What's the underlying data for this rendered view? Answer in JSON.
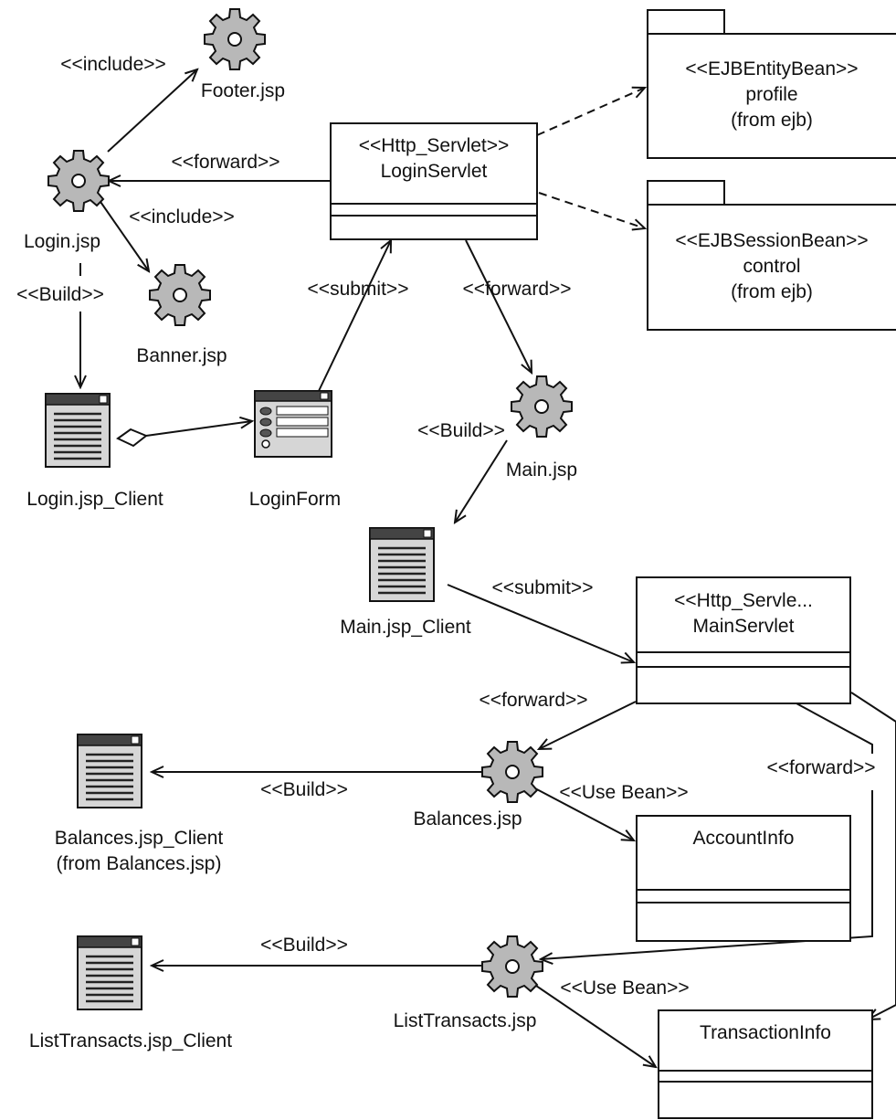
{
  "nodes": {
    "footer_jsp": "Footer.jsp",
    "login_jsp": "Login.jsp",
    "banner_jsp": "Banner.jsp",
    "login_jsp_client": "Login.jsp_Client",
    "login_form": "LoginForm",
    "login_servlet": {
      "stereotype": "<<Http_Servlet>>",
      "name": "LoginServlet"
    },
    "profile": {
      "stereotype": "<<EJBEntityBean>>",
      "name": "profile",
      "origin": "(from ejb)"
    },
    "control": {
      "stereotype": "<<EJBSessionBean>>",
      "name": "control",
      "origin": "(from ejb)"
    },
    "main_jsp": "Main.jsp",
    "main_jsp_client": "Main.jsp_Client",
    "main_servlet": {
      "stereotype": "<<Http_Servle...",
      "name": "MainServlet"
    },
    "balances_jsp": "Balances.jsp",
    "balances_jsp_client": {
      "name": "Balances.jsp_Client",
      "origin": "(from Balances.jsp)"
    },
    "account_info": "AccountInfo",
    "list_transacts_jsp": "ListTransacts.jsp",
    "list_transacts_jsp_client": "ListTransacts.jsp_Client",
    "transaction_info": "TransactionInfo"
  },
  "edges": {
    "include_footer": "<<include>>",
    "include_banner": "<<include>>",
    "forward_login": "<<forward>>",
    "build_login_client": "<<Build>>",
    "submit_login": "<<submit>>",
    "forward_main": "<<forward>>",
    "build_main_client": "<<Build>>",
    "submit_main": "<<submit>>",
    "forward_balances": "<<forward>>",
    "forward_list": "<<forward>>",
    "build_balances_client": "<<Build>>",
    "use_bean_account": "<<Use Bean>>",
    "build_list_client": "<<Build>>",
    "use_bean_transaction": "<<Use Bean>>"
  }
}
